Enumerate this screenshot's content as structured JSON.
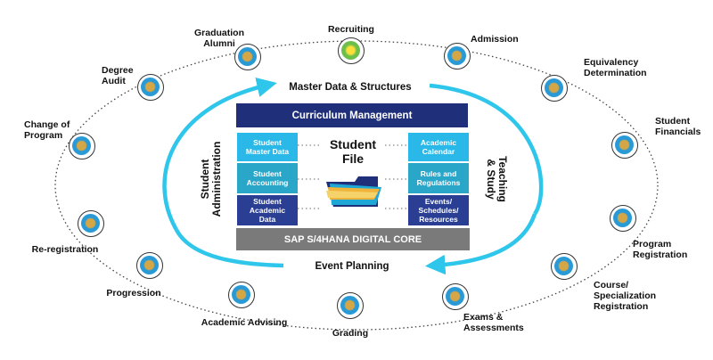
{
  "center": {
    "curriculum": "Curriculum Management",
    "student_file": "Student\nFile",
    "digital_core": "SAP S/4HANA DIGITAL CORE",
    "master_data": "Master Data & Structures",
    "event_planning": "Event Planning",
    "student_admin": "Student\nAdministration",
    "teaching": "Teaching\n& Study",
    "left_boxes": [
      "Student\nMaster Data",
      "Student\nAccounting",
      "Student\nAcademic\nData"
    ],
    "right_boxes": [
      "Academic\nCalendar",
      "Rules and\nRegulations",
      "Events/\nSchedules/\nResources"
    ]
  },
  "nodes": [
    {
      "label": "Recruiting",
      "icon": "highlighted-node"
    },
    {
      "label": "Admission",
      "icon": "process-node"
    },
    {
      "label": "Equivalency\nDetermination",
      "icon": "process-node"
    },
    {
      "label": "Student\nFinancials",
      "icon": "process-node"
    },
    {
      "label": "Program\nRegistration",
      "icon": "process-node"
    },
    {
      "label": "Course/\nSpecialization\nRegistration",
      "icon": "process-node"
    },
    {
      "label": "Exams &\nAssessments",
      "icon": "process-node"
    },
    {
      "label": "Grading",
      "icon": "process-node"
    },
    {
      "label": "Academic Advising",
      "icon": "process-node"
    },
    {
      "label": "Progression",
      "icon": "process-node"
    },
    {
      "label": "Re-registration",
      "icon": "process-node"
    },
    {
      "label": "Change of\nProgram",
      "icon": "process-node"
    },
    {
      "label": "Degree\nAudit",
      "icon": "process-node"
    },
    {
      "label": "Graduation\nAlumni",
      "icon": "process-node"
    }
  ],
  "colors": {
    "navy": "#1f2f7a",
    "cyan_light": "#29b8e8",
    "teal": "#2aa6c9",
    "gray_core": "#7a7a7a",
    "arrow": "#2ec6ea"
  }
}
